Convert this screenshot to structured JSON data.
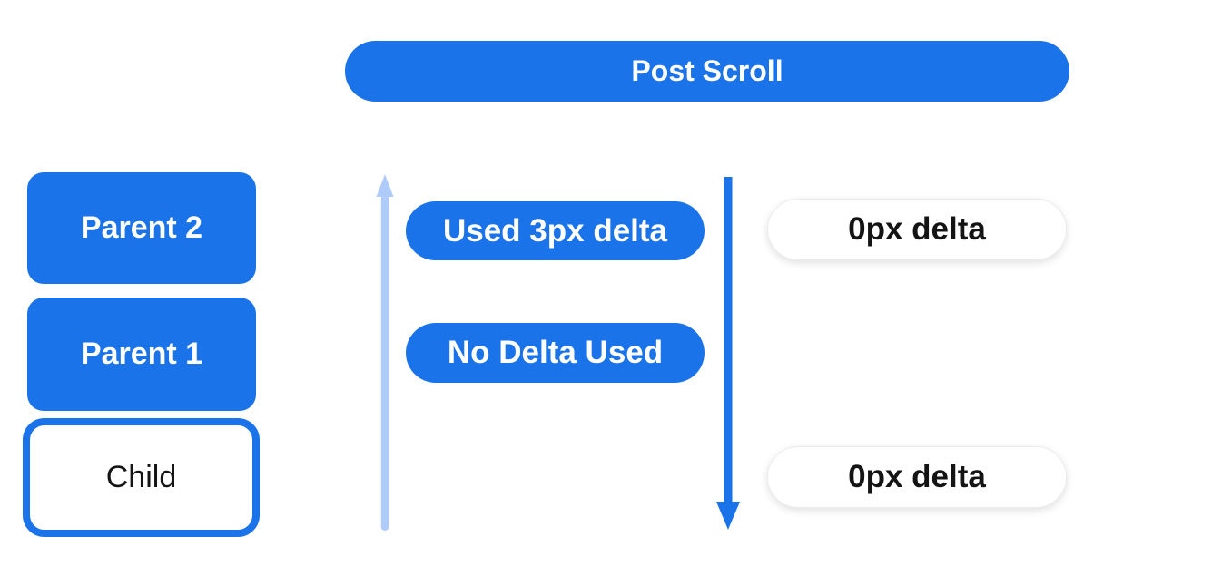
{
  "header": {
    "title": "Post Scroll"
  },
  "colors": {
    "blue": "#1a73e8",
    "light_blue": "#aecbfa",
    "text_dark": "#141414",
    "pill_text_light": "#ffffff"
  },
  "left_column": {
    "boxes": [
      {
        "id": "parent-2",
        "label": "Parent 2",
        "variant": "filled"
      },
      {
        "id": "parent-1",
        "label": "Parent 1",
        "variant": "filled"
      },
      {
        "id": "child",
        "label": "Child",
        "variant": "outlined"
      }
    ]
  },
  "middle_column": {
    "arrow": {
      "direction": "up",
      "color": "#aecbfa",
      "icon": "up-arrow-icon"
    },
    "pills": [
      {
        "label": "Used 3px delta"
      },
      {
        "label": "No Delta Used"
      }
    ]
  },
  "right_column": {
    "arrow": {
      "direction": "down",
      "color": "#1a73e8",
      "icon": "down-arrow-icon"
    },
    "pills": [
      {
        "label": "0px delta"
      },
      {
        "label": "0px delta"
      }
    ]
  }
}
